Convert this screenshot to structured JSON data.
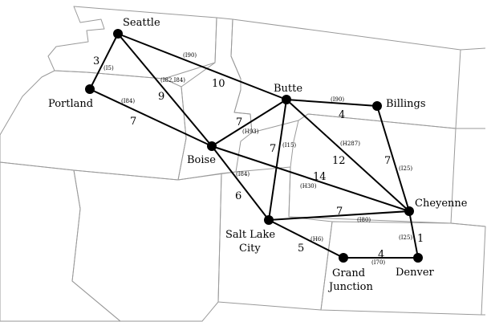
{
  "cities": [
    {
      "id": "seattle",
      "label": "Seattle"
    },
    {
      "id": "portland",
      "label": "Portland"
    },
    {
      "id": "boise",
      "label": "Boise"
    },
    {
      "id": "butte",
      "label": "Butte"
    },
    {
      "id": "billings",
      "label": "Billings"
    },
    {
      "id": "cheyenne",
      "label": "Cheyenne"
    },
    {
      "id": "salt_lake_city",
      "label_line1": "Salt Lake",
      "label_line2": "City"
    },
    {
      "id": "grand_junction",
      "label_line1": "Grand",
      "label_line2": "Junction"
    },
    {
      "id": "denver",
      "label": "Denver"
    }
  ],
  "routes": [
    {
      "from": "seattle",
      "to": "portland",
      "weight": "3",
      "highway": "(I5)"
    },
    {
      "from": "seattle",
      "to": "butte",
      "weight": "10",
      "highway": "(I90)"
    },
    {
      "from": "seattle",
      "to": "boise",
      "weight": "9",
      "highway": "(I82,I84)"
    },
    {
      "from": "portland",
      "to": "boise",
      "weight": "7",
      "highway": "(I84)"
    },
    {
      "from": "boise",
      "to": "butte",
      "weight": "7",
      "highway": "(H93)"
    },
    {
      "from": "boise",
      "to": "salt_lake_city",
      "weight": "6",
      "highway": "(I84)"
    },
    {
      "from": "boise",
      "to": "cheyenne",
      "weight": "14",
      "highway": "(H30)"
    },
    {
      "from": "butte",
      "to": "billings",
      "weight": "4",
      "highway": "(I90)"
    },
    {
      "from": "butte",
      "to": "salt_lake_city",
      "weight": "7",
      "highway": "(I15)"
    },
    {
      "from": "butte",
      "to": "cheyenne",
      "weight": "12",
      "highway": "(H287)"
    },
    {
      "from": "billings",
      "to": "cheyenne",
      "weight": "7",
      "highway": "(I25)"
    },
    {
      "from": "salt_lake_city",
      "to": "cheyenne",
      "weight": "7",
      "highway": "(I80)"
    },
    {
      "from": "salt_lake_city",
      "to": "grand_junction",
      "weight": "5",
      "highway": "(H6)"
    },
    {
      "from": "cheyenne",
      "to": "denver",
      "weight": "1",
      "highway": "(I25)"
    },
    {
      "from": "grand_junction",
      "to": "denver",
      "weight": "4",
      "highway": "(I70)"
    }
  ],
  "colors": {
    "route": "#000000",
    "node": "#000000",
    "border": "#9a9a9a"
  }
}
